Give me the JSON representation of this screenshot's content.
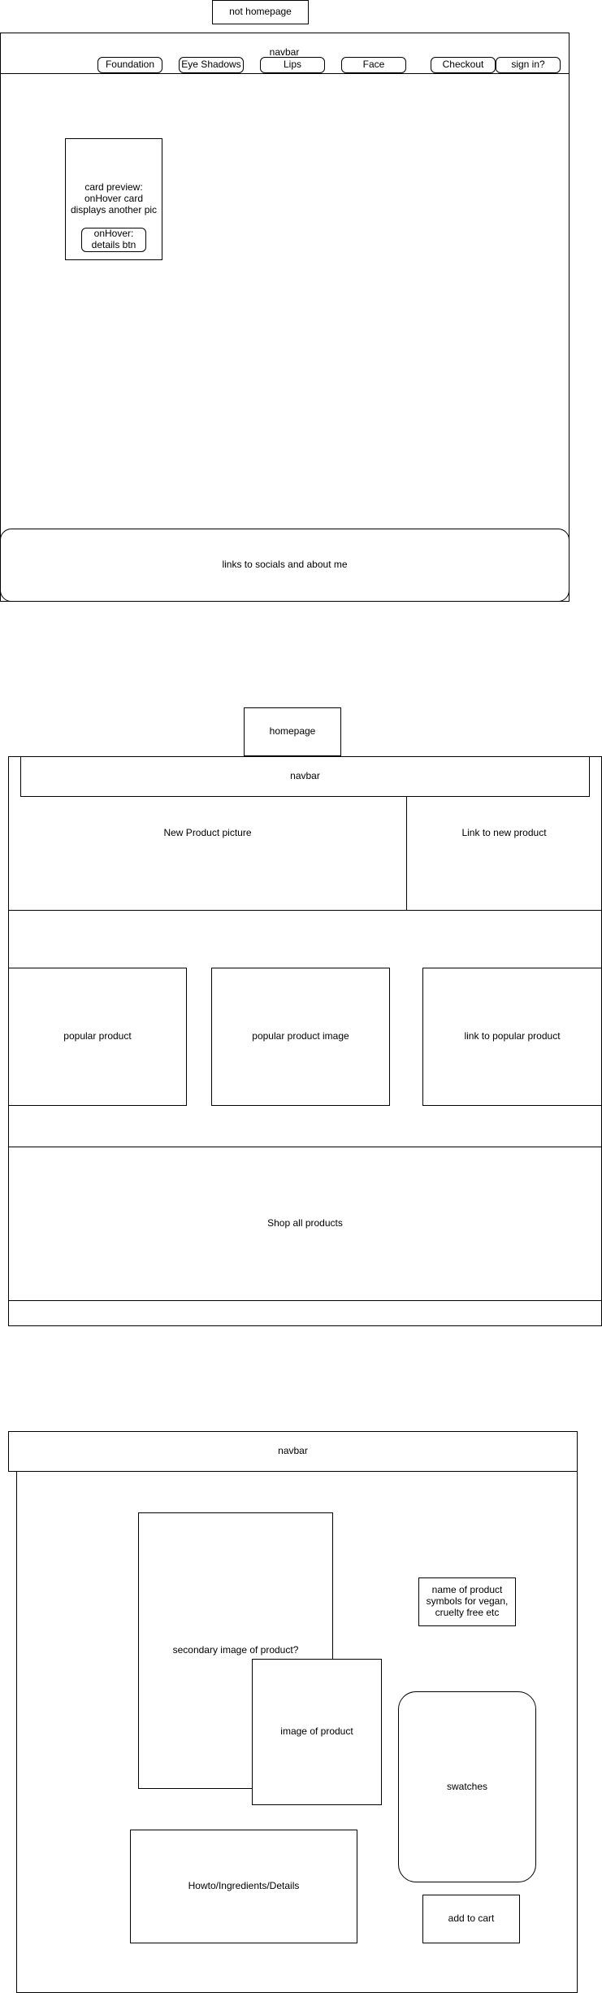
{
  "wireframe_1": {
    "title": "not homepage",
    "navbar": {
      "label": "navbar",
      "items": [
        "Foundation",
        "Eye Shadows",
        "Lips",
        "Face",
        "Checkout",
        "sign in?"
      ]
    },
    "card": {
      "text": "card preview: onHover card displays another pic",
      "button": "onHover: details btn"
    },
    "footer": "links to socials and about me"
  },
  "wireframe_2": {
    "title": "homepage",
    "navbar": "navbar",
    "new_product_picture": "New Product picture",
    "link_new_product": "Link to new product",
    "popular_product": "popular product",
    "popular_product_image": "popular product image",
    "link_popular_product": "link to popular product",
    "shop_all": "Shop all products"
  },
  "wireframe_3": {
    "navbar": "navbar",
    "secondary_image": "secondary image of product?",
    "image_of_product": "image of product",
    "name_of_product": "name of product symbols for vegan, cruelty free etc",
    "swatches": "swatches",
    "details": "Howto/Ingredients/Details",
    "add_to_cart": "add to cart"
  }
}
